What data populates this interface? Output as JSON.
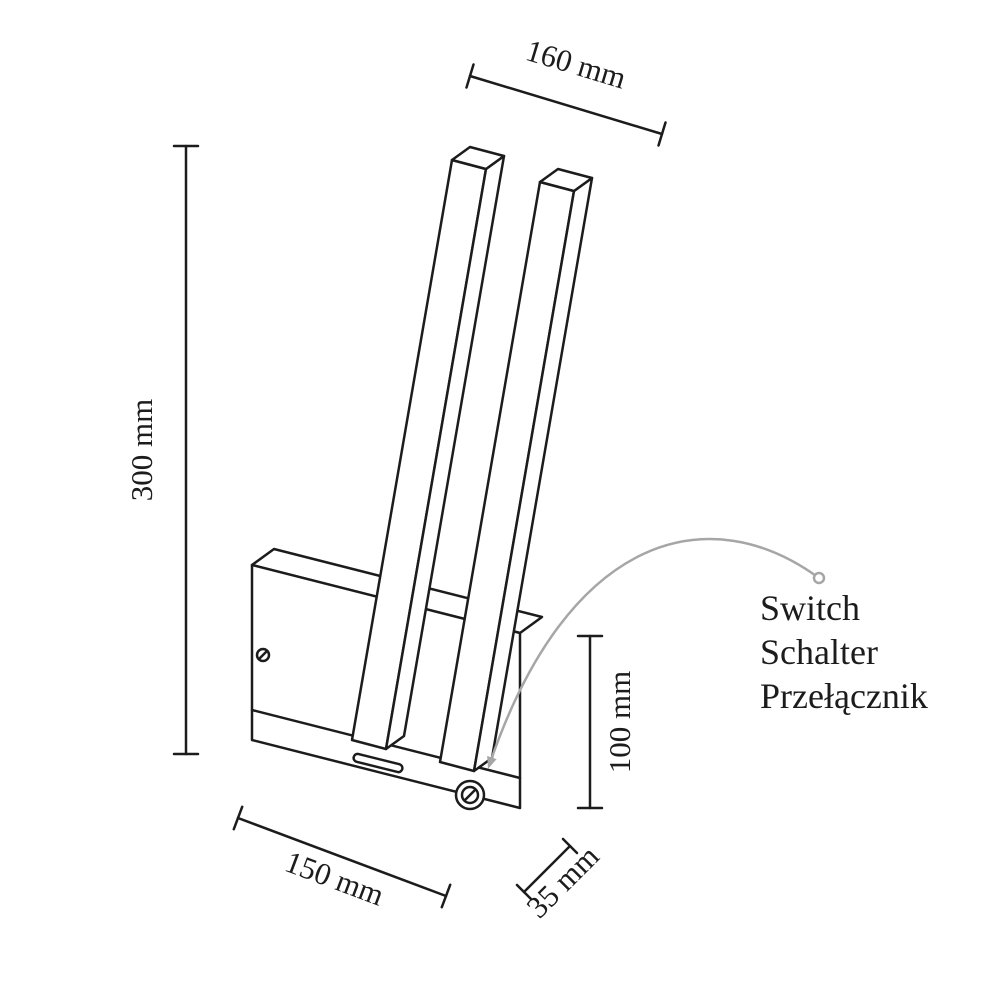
{
  "diagram": {
    "title": "wall-lamp-dimension-drawing",
    "dimensions": {
      "top_width": "160 mm",
      "total_height": "300 mm",
      "box_height": "100 mm",
      "box_width": "150 mm",
      "box_depth": "35 mm"
    },
    "switch_labels": {
      "en": "Switch",
      "de": "Schalter",
      "pl": "Przełącznik"
    },
    "colors": {
      "line": "#1c1c1c",
      "arrow": "#a6a6a6",
      "background": "#ffffff"
    }
  }
}
